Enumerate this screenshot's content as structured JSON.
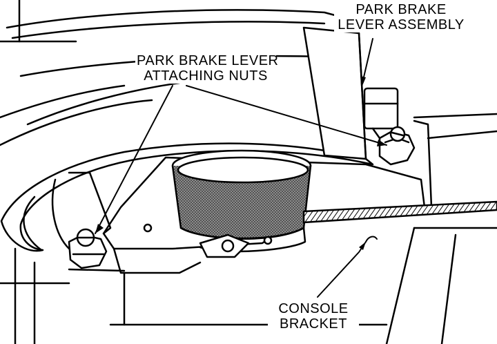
{
  "diagram": {
    "labels": {
      "lever_assembly": {
        "line1": "PARK BRAKE",
        "line2": "LEVER ASSEMBLY"
      },
      "attaching_nuts": {
        "line1": "PARK BRAKE LEVER",
        "line2": "ATTACHING NUTS"
      },
      "console_bracket": {
        "line1": "CONSOLE",
        "line2": "BRACKET"
      }
    },
    "colors": {
      "ink": "#000000",
      "paper": "#ffffff",
      "stipple": "#6a6a6a"
    }
  }
}
